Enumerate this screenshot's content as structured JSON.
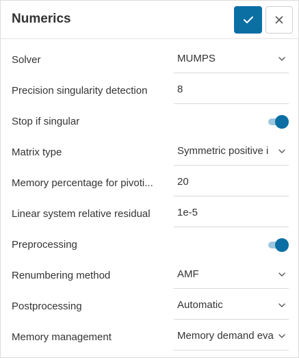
{
  "header": {
    "title": "Numerics",
    "confirm_icon": "check-icon",
    "close_icon": "close-icon"
  },
  "colors": {
    "accent": "#0b6fa4",
    "toggle_track": "#9cc6de"
  },
  "rows": [
    {
      "label": "Solver",
      "kind": "select",
      "value": "MUMPS"
    },
    {
      "label": "Precision singularity detection",
      "kind": "input",
      "value": "8"
    },
    {
      "label": "Stop if singular",
      "kind": "toggle",
      "checked": true
    },
    {
      "label": "Matrix type",
      "kind": "select",
      "value": "Symmetric positive i"
    },
    {
      "label": "Memory percentage for pivoti...",
      "kind": "input",
      "value": "20"
    },
    {
      "label": "Linear system relative residual",
      "kind": "input",
      "value": "1e-5"
    },
    {
      "label": "Preprocessing",
      "kind": "toggle",
      "checked": true
    },
    {
      "label": "Renumbering method",
      "kind": "select",
      "value": "AMF"
    },
    {
      "label": "Postprocessing",
      "kind": "select",
      "value": "Automatic"
    },
    {
      "label": "Memory management",
      "kind": "select",
      "value": "Memory demand eva"
    }
  ]
}
